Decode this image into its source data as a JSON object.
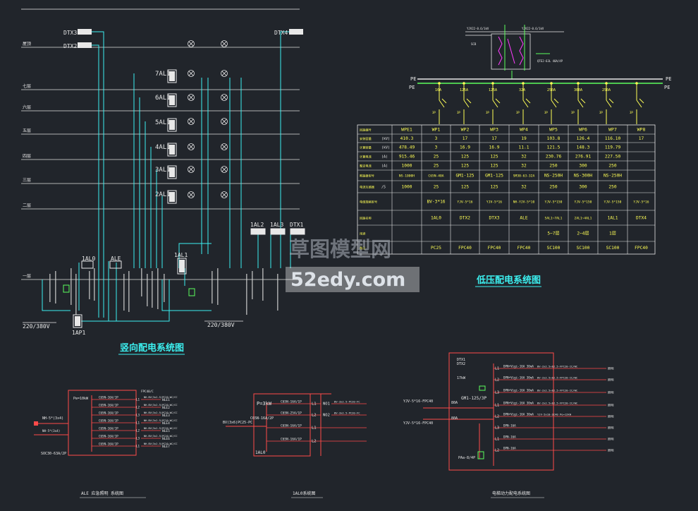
{
  "left": {
    "title": "竖向配电系统图",
    "floor_labels": [
      "屋顶",
      "七层",
      "六层",
      "五层",
      "四层",
      "三层",
      "二层",
      "一层"
    ],
    "panels": [
      "7AL1",
      "6AL1",
      "5AL1",
      "4AL1",
      "3AL1",
      "2AL1"
    ],
    "feeders_top": [
      "DTX3",
      "DTX2",
      "DTX4"
    ],
    "boxes": [
      "1AL0",
      "ALE",
      "1AL1",
      "1AL2",
      "1AL3",
      "DTX1",
      "1AP1"
    ],
    "incoming_left": "220/380V",
    "incoming_right": "220/380V"
  },
  "right": {
    "title": "低压配电系统图",
    "busbar_label": "PE",
    "breaker_ratings": [
      "16A",
      "125A",
      "125A",
      "32A",
      "250A",
      "300A",
      "250A"
    ],
    "table": {
      "row_labels": [
        "回路编号",
        "安装容量",
        "计算容量",
        "计算电流",
        "整定电流",
        "断路器型号",
        "电流互感器",
        "电缆规格型号",
        "回路名称",
        "用途",
        "备注"
      ],
      "units": [
        "",
        "(kV)",
        "(kV)",
        "(A)",
        "(A)",
        "",
        "/5",
        "",
        "",
        "",
        ""
      ],
      "columns": [
        "WPE1",
        "WP1",
        "WP2",
        "WP3",
        "WP4",
        "WP5",
        "WP6",
        "WP7",
        "WP8"
      ],
      "rows": [
        [
          "410.3",
          "3",
          "17",
          "17",
          "19",
          "103.8",
          "126.4",
          "116.10",
          "17"
        ],
        [
          "478.49",
          "3",
          "16.9",
          "16.9",
          "11.1",
          "121.5",
          "148.3",
          "119.79",
          ""
        ],
        [
          "915.46",
          "25",
          "125",
          "125",
          "32",
          "230.76",
          "276.91",
          "227.50",
          ""
        ],
        [
          "1000",
          "25",
          "125",
          "125",
          "32",
          "250",
          "300",
          "250",
          ""
        ],
        [
          "NS-1000H",
          "C65N-40A",
          "GM1-125",
          "GM1-125",
          "SM30-63-32A",
          "NS-250H",
          "NS-300H",
          "NS-250H",
          ""
        ],
        [
          "1000",
          "25",
          "125",
          "125",
          "32",
          "250",
          "300",
          "250",
          ""
        ],
        [
          "",
          "BV-3*16",
          "YJV-5*16",
          "YJV-5*16",
          "NH-YJV-5*10",
          "YJV-5*150",
          "YJV-5*150",
          "YJV-5*150",
          "YJV-5*16"
        ],
        [
          "",
          "1AL0",
          "DTX2",
          "DTX3",
          "ALE",
          "5AL1~7AL1",
          "2AL1~4AL1",
          "1AL1",
          "DTX4"
        ],
        [
          "",
          "",
          "",
          "",
          "",
          "5~7层",
          "2~4层",
          "1层",
          ""
        ],
        [
          "",
          "PC25",
          "FPC40",
          "FPC40",
          "FPC40",
          "SC100",
          "SC100",
          "SC100",
          "FPC40"
        ]
      ]
    }
  },
  "bottom": {
    "d1_title": "ALE 应急照明 系统图",
    "d1_p": "Pe=10kW",
    "d1_circuits": [
      "NLE1",
      "NLE2",
      "NLE3",
      "NLE4",
      "NLE5",
      "NLE6",
      "NLE7"
    ],
    "d2_title": "1AL0系统图",
    "d2_p": "P=3kW",
    "d2_box": "1AL0",
    "d2_phases": [
      "L1",
      "L2",
      "L1",
      "L2"
    ],
    "d2_circuits": [
      "NO1",
      "NO2"
    ],
    "d2_in": "BV(3x6)PC25-PC",
    "d3_title": "电梯动力配电系统图",
    "d3_head": [
      "DTX1",
      "DTX2",
      "17kW"
    ],
    "d3_breaker": "GM1-125/3P",
    "d3_phases": [
      "L1",
      "L2",
      "L3",
      "L1",
      "L2",
      "L3",
      "L1",
      "L2"
    ],
    "d3_outlabels": [
      "BV-2x2.5+E2.5-FPC20-CC/WC",
      "BV-2x2.5+E2.5-FPC20-CC/WC",
      "BV-2x2.5+E2.5-FPC20-CC/WC",
      "BV-2x2.5+E2.5-FPC20-CC/WC",
      "YJV-5x10-SC40 Pe=12kW"
    ],
    "d3_in": [
      "80A",
      "80A"
    ]
  },
  "watermark": {
    "cn": "草图模型网",
    "url": "52edy.com"
  },
  "colors": {
    "bg": "#21252b",
    "cyan": "#3cf0f0",
    "white": "#e8e8e8",
    "yellow": "#ffff55",
    "green": "#5cff5c",
    "red": "#ff4a4a",
    "magenta": "#ff3cff"
  }
}
